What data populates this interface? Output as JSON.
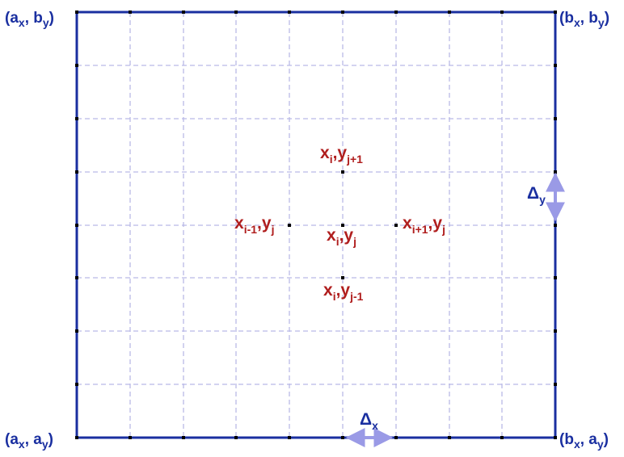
{
  "colors": {
    "border": "#1a2fa0",
    "grid": "#b9b9e6",
    "arrow": "#9a9ae6",
    "node_text": "#b01e1e",
    "corner_text": "#1a2fa0",
    "tick": "#000000"
  },
  "corners": {
    "top_left": {
      "open": "(a",
      "s1": "x",
      "mid": ", b",
      "s2": "y",
      "close": ")"
    },
    "top_right": {
      "open": "(b",
      "s1": "x",
      "mid": ", b",
      "s2": "y",
      "close": ")"
    },
    "bottom_left": {
      "open": "(a",
      "s1": "x",
      "mid": ", a",
      "s2": "y",
      "close": ")"
    },
    "bottom_right": {
      "open": "(b",
      "s1": "x",
      "mid": ", a",
      "s2": "y",
      "close": ")"
    }
  },
  "deltas": {
    "x": {
      "base": "Δ",
      "sub": "x"
    },
    "y": {
      "base": "Δ",
      "sub": "y"
    }
  },
  "nodes": {
    "top": {
      "xb": "x",
      "xs": "i",
      "sep": ",",
      "yb": "y",
      "ys": "j+1"
    },
    "left": {
      "xb": "x",
      "xs": "i-1",
      "sep": ",",
      "yb": "y",
      "ys": "j"
    },
    "center": {
      "xb": "x",
      "xs": "i",
      "sep": ",",
      "yb": "y",
      "ys": "j"
    },
    "right": {
      "xb": "x",
      "xs": "i+1",
      "sep": ",",
      "yb": "y",
      "ys": "j"
    },
    "bottom": {
      "xb": "x",
      "xs": "i",
      "sep": ",",
      "yb": "y",
      "ys": "j-1"
    }
  }
}
